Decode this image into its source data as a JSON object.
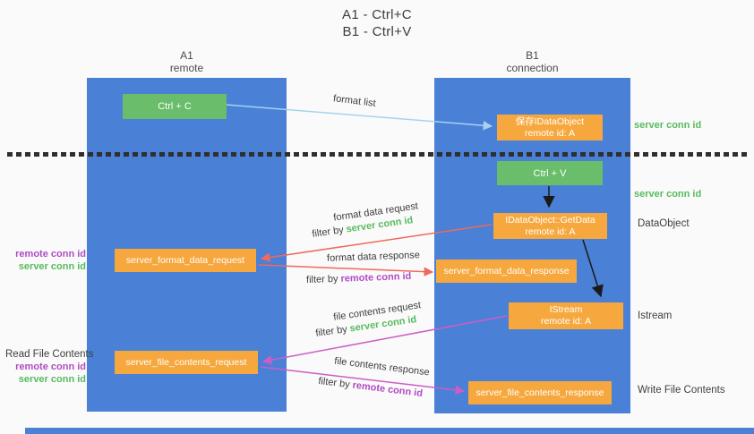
{
  "title": {
    "line1": "A1 - Ctrl+C",
    "line2": "B1 - Ctrl+V"
  },
  "lanes": {
    "a1": {
      "title": "A1",
      "subtitle": "remote"
    },
    "b1": {
      "title": "B1",
      "subtitle": "connection"
    }
  },
  "nodes": {
    "ctrl_c": {
      "label": "Ctrl + C"
    },
    "save_dataobject": {
      "line1": "保存IDataObject",
      "line2": "remote id: A"
    },
    "ctrl_v": {
      "label": "Ctrl + V"
    },
    "getdata": {
      "line1": "IDataObject::GetData",
      "line2": "remote id: A"
    },
    "format_request": {
      "label": "server_format_data_request"
    },
    "format_response": {
      "label": "server_format_data_response"
    },
    "istream": {
      "line1": "IStream",
      "line2": "remote id: A"
    },
    "file_request": {
      "label": "server_file_contents_request"
    },
    "file_response": {
      "label": "server_file_contents_response"
    }
  },
  "edge_labels": {
    "format_list": "format list",
    "format_data_request": "format data request",
    "format_data_response": "format data response",
    "file_contents_request": "file contents request",
    "file_contents_response": "file contents response",
    "filter_by": "filter by",
    "server_conn_id": "server conn id",
    "remote_conn_id": "remote conn id"
  },
  "side_labels": {
    "server_conn_id_1": "server conn id",
    "server_conn_id_2": "server conn id",
    "dataobject": "DataObject",
    "istream": "Istream",
    "write_file_contents": "Write File Contents",
    "read_file_contents": "Read File Contents",
    "remote_conn_id_left_1": "remote conn id",
    "server_conn_id_left_1": "server conn id",
    "remote_conn_id_left_2": "remote conn id",
    "server_conn_id_left_2": "server conn id"
  },
  "colors": {
    "lane_blue": "#4a80d5",
    "box_green": "#69bd6b",
    "box_orange": "#f6a83e",
    "arrow_red": "#ee6a5c",
    "arrow_magenta": "#cb5ec6",
    "arrow_lightblue": "#a6d2ee",
    "arrow_black": "#1a1a1a",
    "text_green": "#57bb5e",
    "text_purple": "#b04cc4"
  }
}
